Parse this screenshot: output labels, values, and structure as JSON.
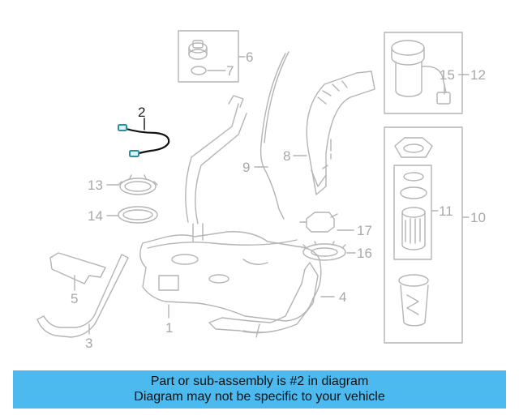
{
  "callouts": {
    "c1": "1",
    "c2": "2",
    "c3": "3",
    "c4": "4",
    "c5": "5",
    "c6": "6",
    "c7": "7",
    "c8": "8",
    "c9": "9",
    "c10": "10",
    "c11": "11",
    "c12": "12",
    "c13": "13",
    "c14": "14",
    "c15": "15",
    "c16": "16",
    "c17": "17"
  },
  "highlighted_part": "2",
  "banner": {
    "line1": "Part or sub-assembly is #2 in diagram",
    "line2": "Diagram may not be specific to your vehicle"
  },
  "colors": {
    "part_stroke": "#b4b4b4",
    "highlight_stroke": "#111111",
    "highlight_accent": "#2a8fa0",
    "banner_bg": "#4cb9ef"
  }
}
